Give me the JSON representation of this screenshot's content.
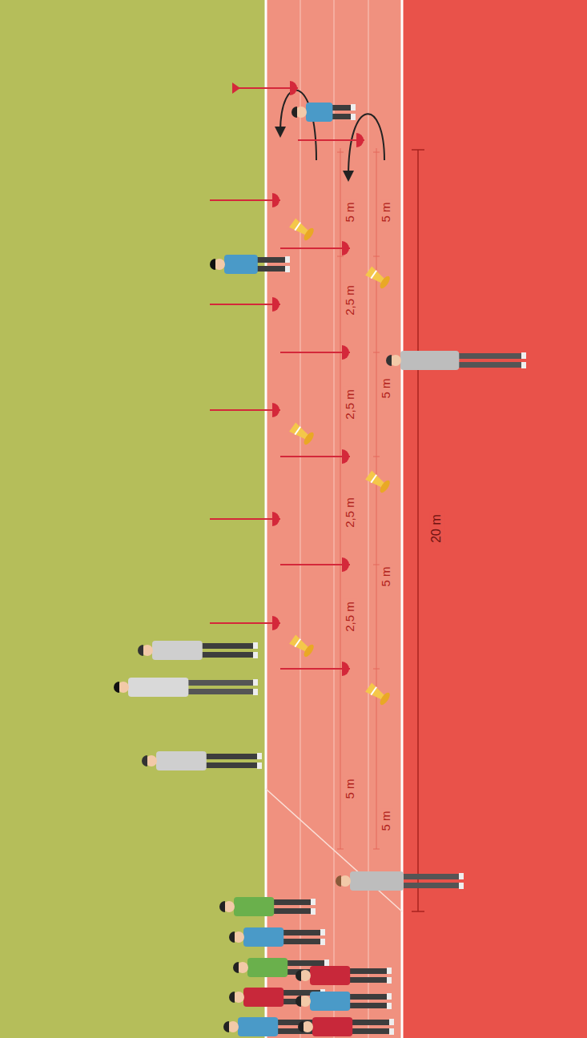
{
  "diagram": {
    "labels": [
      "5 m",
      "5 m",
      "2,5 m",
      "5 m",
      "2,5 m",
      "2,5 m",
      "5 m",
      "2,5 m",
      "5 m",
      "5 m",
      "20 m"
    ]
  }
}
